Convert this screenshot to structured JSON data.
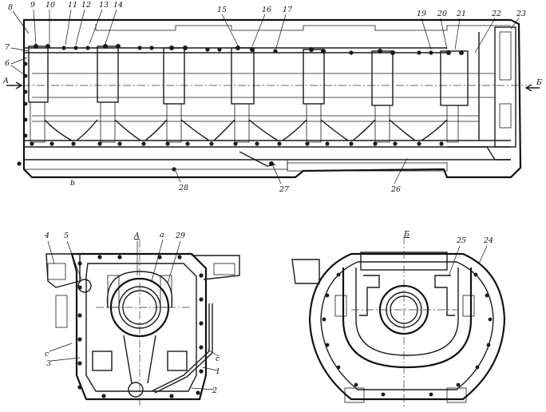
{
  "callouts_top": [
    "8",
    "9",
    "10",
    "11",
    "12",
    "13",
    "14",
    "15",
    "16",
    "17",
    "19",
    "20",
    "21",
    "22",
    "23"
  ],
  "callouts_left": [
    "7",
    "6"
  ],
  "callouts_bottom": [
    "28",
    "27",
    "26"
  ],
  "section_a_label": "A",
  "section_b_label": "Б",
  "section_marks": {
    "a": "а",
    "b": "b",
    "c": "с"
  },
  "callouts_view_a": [
    "4",
    "5",
    "29",
    "1",
    "2",
    "3"
  ],
  "callouts_view_b": [
    "25",
    "24"
  ]
}
